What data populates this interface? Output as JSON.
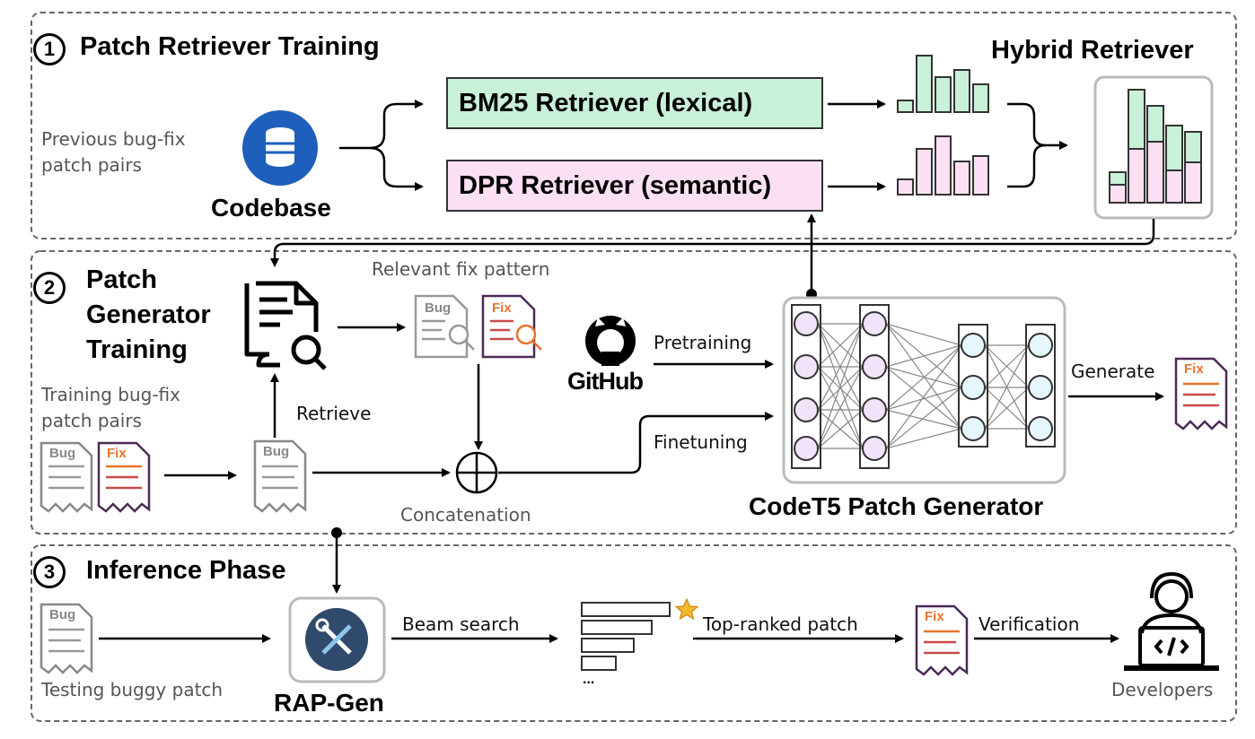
{
  "section1": {
    "number": "1",
    "title": "Patch Retriever Training"
  },
  "section2": {
    "number": "2",
    "title_line1": "Patch",
    "title_line2": "Generator",
    "title_line3": "Training"
  },
  "section3": {
    "number": "3",
    "title": "Inference Phase"
  },
  "hybrid_title": "Hybrid Retriever",
  "codebase": {
    "label": "Codebase",
    "caption_line1": "Previous bug-fix",
    "caption_line2": "patch pairs"
  },
  "bm25": {
    "label": "BM25 Retriever (lexical)",
    "color": "#c9f0d8"
  },
  "dpr": {
    "label": "DPR Retriever (semantic)",
    "color": "#fbe0f3"
  },
  "relevant_fix_pattern": "Relevant fix pattern",
  "training_pairs_line1": "Training bug-fix",
  "training_pairs_line2": "patch pairs",
  "retrieve": "Retrieve",
  "concatenation": "Concatenation",
  "github": "GitHub",
  "pretraining": "Pretraining",
  "finetuning": "Finetuning",
  "generate": "Generate",
  "codet5": "CodeT5 Patch Generator",
  "testing_buggy_patch": "Testing buggy patch",
  "rapgen": "RAP-Gen",
  "beam_search": "Beam search",
  "top_ranked_patch": "Top-ranked patch",
  "verification": "Verification",
  "developers": "Developers",
  "ellipsis": "...",
  "doc_bug": "Bug",
  "doc_fix": "Fix",
  "colors": {
    "green": "#c9f0d8",
    "pink": "#fbe0f3",
    "fix_orange": "#e8742a",
    "fix_red": "#c94a4a",
    "purple_outline": "#4b2a57",
    "rapgen_blue": "#2f4a6b"
  }
}
